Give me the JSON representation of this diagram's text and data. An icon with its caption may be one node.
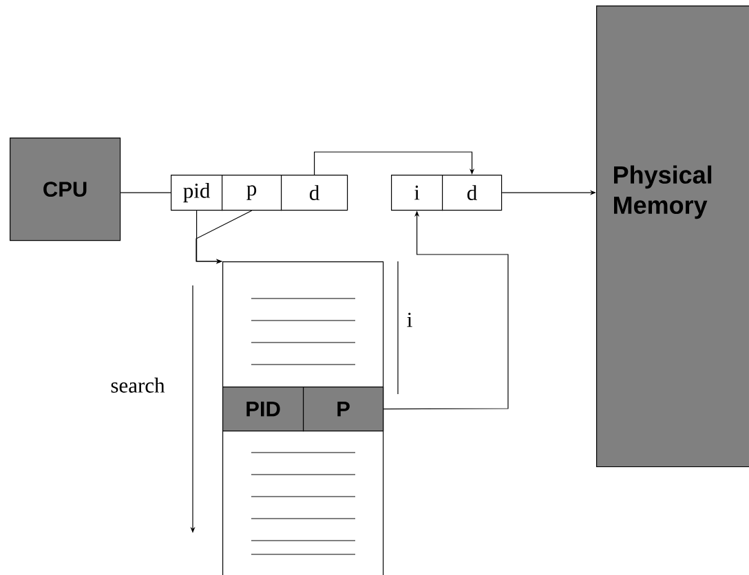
{
  "diagram": {
    "nodes": [
      {
        "text": [
          "CPU"
        ]
      },
      {
        "text": [
          "pid"
        ]
      },
      {
        "text": [
          "p"
        ]
      },
      {
        "text": [
          "d"
        ]
      },
      {
        "text": [
          "i"
        ]
      },
      {
        "text": [
          "d"
        ]
      },
      {
        "text": [
          "Physical Memory"
        ]
      },
      {
        "text": [],
        "shape": "box"
      },
      {
        "text": [
          "PID"
        ],
        "in": 7
      },
      {
        "text": [
          "P"
        ],
        "in": 7
      }
    ],
    "edges": [
      {
        "from": 0,
        "to": 1,
        "arrow": "none"
      },
      {
        "from": 1,
        "to": 7,
        "arrow": "to"
      },
      {
        "from": 2,
        "to": 7,
        "arrow": "to"
      },
      {
        "from": 3,
        "to": 5,
        "arrow": "to"
      },
      {
        "from": 5,
        "to": 6,
        "arrow": "to"
      },
      {
        "from": 9,
        "to": 4,
        "arrow": "to"
      }
    ],
    "labels": [
      "i",
      "search"
    ]
  }
}
